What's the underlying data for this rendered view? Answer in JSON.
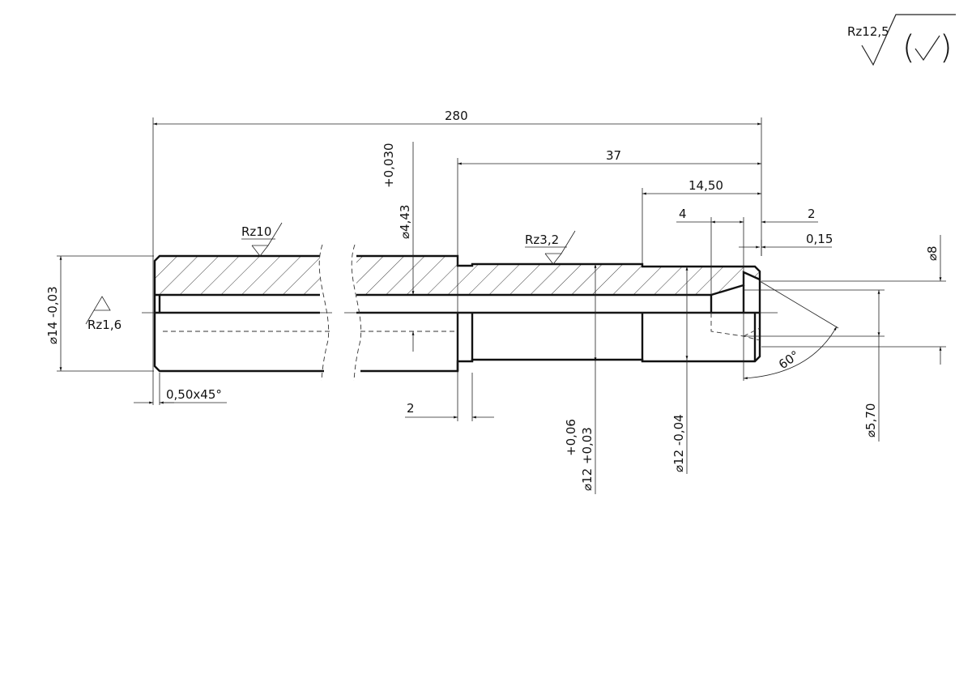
{
  "roughness_general": {
    "label": "Rz12,5",
    "symbol": "check-in-circle"
  },
  "dimensions": {
    "overall_length": "280",
    "length_37": "37",
    "length_14_50": "14,50",
    "length_4": "4",
    "length_2_right": "2",
    "length_0_15": "0,15",
    "groove_2": "2",
    "chamfer": "0,50x45°",
    "angle": "60°",
    "dia_14": "⌀14 -0,03",
    "dia_4_43": "⌀4,43",
    "dia_4_43_tol": "+0,030",
    "dia_12_a": "⌀12 +0,03",
    "dia_12_a_tol": "+0,06",
    "dia_12_b": "⌀12 -0,04",
    "dia_8": "⌀8",
    "dia_5_70": "⌀5,70"
  },
  "roughness": {
    "rz10": "Rz10",
    "rz3_2": "Rz3,2",
    "rz1_6": "Rz1,6"
  }
}
